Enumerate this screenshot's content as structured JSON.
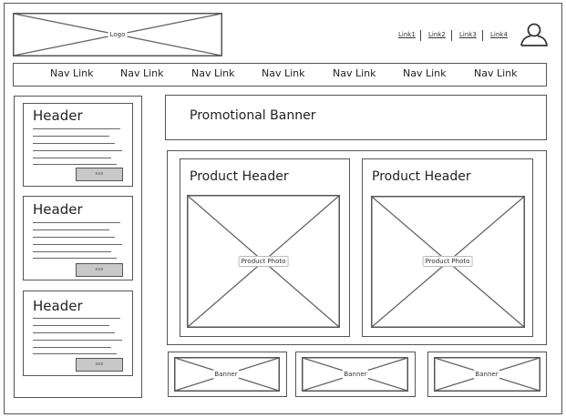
{
  "header": {
    "logo_label": "Logo",
    "top_links": [
      "Link1",
      "Link2",
      "Link3",
      "Link4"
    ],
    "user_icon": "user-icon"
  },
  "nav": {
    "links": [
      "Nav Link",
      "Nav Link",
      "Nav Link",
      "Nav Link",
      "Nav Link",
      "Nav Link",
      "Nav Link"
    ]
  },
  "sidebar": {
    "cards": [
      {
        "header": "Header",
        "button_label": "xxx"
      },
      {
        "header": "Header",
        "button_label": "xxx"
      },
      {
        "header": "Header",
        "button_label": "xxx"
      }
    ]
  },
  "main": {
    "promo_banner": "Promotional Banner",
    "products": [
      {
        "header": "Product Header",
        "photo_label": "Product Photo"
      },
      {
        "header": "Product Header",
        "photo_label": "Product Photo"
      }
    ],
    "banners": [
      "Banner",
      "Banner",
      "Banner"
    ]
  }
}
